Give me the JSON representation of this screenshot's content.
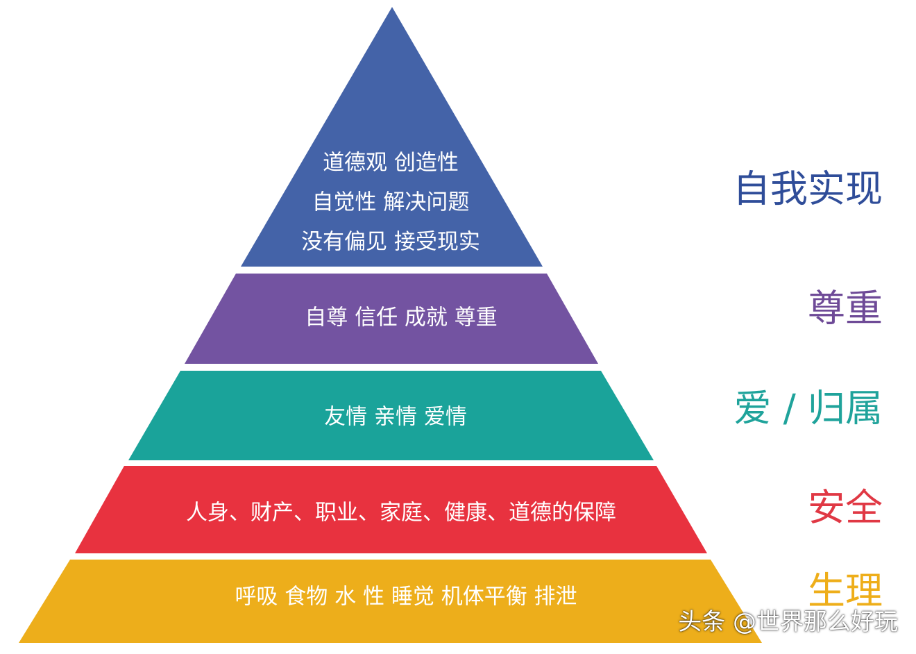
{
  "tiers": [
    {
      "label": "自我实现",
      "label_color": "#2f4d99",
      "color": "#4463a8",
      "lines": [
        "道德观 创造性",
        "自觉性 解决问题",
        "没有偏见 接受现实"
      ]
    },
    {
      "label": "尊重",
      "label_color": "#6e4a97",
      "color": "#7353a1",
      "lines": [
        "自尊 信任 成就 尊重"
      ]
    },
    {
      "label": "爱 / 归属",
      "label_color": "#1fa39b",
      "color": "#1aa39a",
      "lines": [
        "友情  亲情  爱情"
      ]
    },
    {
      "label": "安全",
      "label_color": "#e03844",
      "color": "#e8323f",
      "lines": [
        "人身、财产、职业、家庭、健康、道德的保障"
      ]
    },
    {
      "label": "生理",
      "label_color": "#eeae1a",
      "color": "#edae1b",
      "lines": [
        "呼吸  食物  水  性  睡觉  机体平衡   排泄"
      ]
    }
  ],
  "watermark": "头条 @世界那么好玩"
}
